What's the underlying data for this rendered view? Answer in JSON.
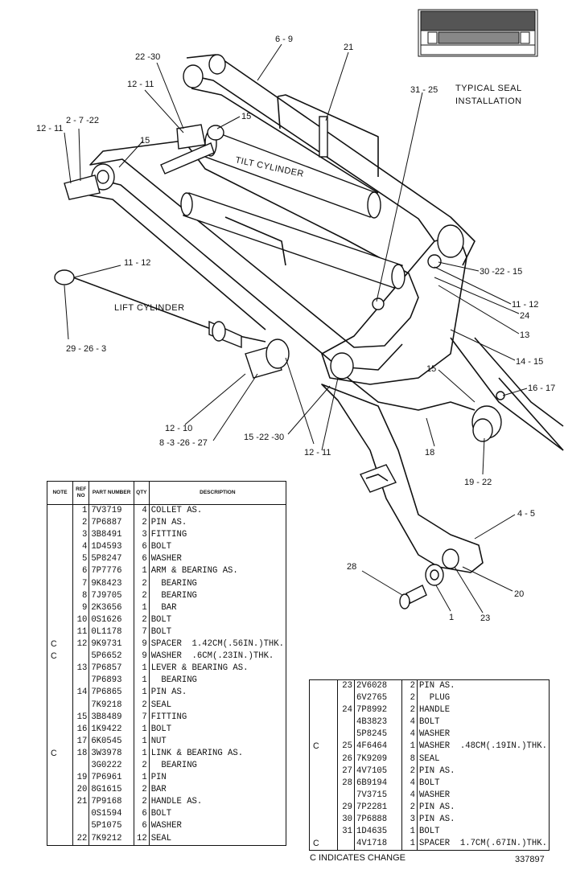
{
  "callouts": [
    {
      "id": "c-6-9",
      "text": "6 - 9"
    },
    {
      "id": "c-21",
      "text": "21"
    },
    {
      "id": "c-22-30",
      "text": "22 -30"
    },
    {
      "id": "c-12-11-a",
      "text": "12 - 11"
    },
    {
      "id": "c-15-a",
      "text": "15"
    },
    {
      "id": "c-12-11-b",
      "text": "12 - 11"
    },
    {
      "id": "c-2-7-22",
      "text": "2 - 7 -22"
    },
    {
      "id": "c-15-b",
      "text": "15"
    },
    {
      "id": "c-31-25",
      "text": "31 - 25"
    },
    {
      "id": "c-11-12-a",
      "text": "11 - 12"
    },
    {
      "id": "c-29-26-3",
      "text": "29 - 26 - 3"
    },
    {
      "id": "c-30-22-15",
      "text": "30  -22 - 15"
    },
    {
      "id": "c-11-12-b",
      "text": "11 - 12"
    },
    {
      "id": "c-24",
      "text": "24"
    },
    {
      "id": "c-13",
      "text": "13"
    },
    {
      "id": "c-14-15",
      "text": "14 - 15"
    },
    {
      "id": "c-15-c",
      "text": "15"
    },
    {
      "id": "c-16-17",
      "text": "16 - 17"
    },
    {
      "id": "c-12-10",
      "text": "12 - 10"
    },
    {
      "id": "c-8-3-26-27",
      "text": "8 -3 -26  - 27"
    },
    {
      "id": "c-15-22-30",
      "text": "15 -22  -30"
    },
    {
      "id": "c-12-11-c",
      "text": "12 - 11"
    },
    {
      "id": "c-18",
      "text": "18"
    },
    {
      "id": "c-19-22",
      "text": "19 - 22"
    },
    {
      "id": "c-4-5",
      "text": "4 - 5"
    },
    {
      "id": "c-28",
      "text": "28"
    },
    {
      "id": "c-20",
      "text": "20"
    },
    {
      "id": "c-1",
      "text": "1"
    },
    {
      "id": "c-23",
      "text": "23"
    }
  ],
  "labels": {
    "tilt_cylinder": "TILT CYLINDER",
    "lift_cylinder": "LIFT CYLINDER",
    "seal_line1": "TYPICAL SEAL",
    "seal_line2": "INSTALLATION"
  },
  "table_headers": {
    "note": "NOTE",
    "ref": "REF NO",
    "part": "PART NUMBER",
    "qty": "QTY",
    "desc": "DESCRIPTION"
  },
  "parts_left": [
    {
      "note": "",
      "ref": "1",
      "part": "7V3719",
      "qty": "4",
      "desc": "COLLET AS."
    },
    {
      "note": "",
      "ref": "2",
      "part": "7P6887",
      "qty": "2",
      "desc": "PIN AS."
    },
    {
      "note": "",
      "ref": "3",
      "part": "3B8491",
      "qty": "3",
      "desc": "FITTING"
    },
    {
      "note": "",
      "ref": "4",
      "part": "1D4593",
      "qty": "6",
      "desc": "BOLT"
    },
    {
      "note": "",
      "ref": "5",
      "part": "5P8247",
      "qty": "6",
      "desc": "WASHER"
    },
    {
      "note": "",
      "ref": "6",
      "part": "7P7776",
      "qty": "1",
      "desc": "ARM & BEARING AS."
    },
    {
      "note": "",
      "ref": "7",
      "part": "9K8423",
      "qty": "2",
      "desc": "  BEARING"
    },
    {
      "note": "",
      "ref": "8",
      "part": "7J9705",
      "qty": "2",
      "desc": "  BEARING"
    },
    {
      "note": "",
      "ref": "9",
      "part": "2K3656",
      "qty": "1",
      "desc": "  BAR"
    },
    {
      "note": "",
      "ref": "10",
      "part": "0S1626",
      "qty": "2",
      "desc": "BOLT"
    },
    {
      "note": "",
      "ref": "11",
      "part": "0L1178",
      "qty": "7",
      "desc": "BOLT"
    },
    {
      "note": "C",
      "ref": "12",
      "part": "9K9731",
      "qty": "9",
      "desc": "SPACER  1.42CM(.56IN.)THK."
    },
    {
      "note": "C",
      "ref": "",
      "part": "5P6652",
      "qty": "9",
      "desc": "WASHER  .6CM(.23IN.)THK."
    },
    {
      "note": "",
      "ref": "13",
      "part": "7P6857",
      "qty": "1",
      "desc": "LEVER & BEARING AS."
    },
    {
      "note": "",
      "ref": "",
      "part": "7P6893",
      "qty": "1",
      "desc": "  BEARING"
    },
    {
      "note": "",
      "ref": "14",
      "part": "7P6865",
      "qty": "1",
      "desc": "PIN AS."
    },
    {
      "note": "",
      "ref": "",
      "part": "7K9218",
      "qty": "2",
      "desc": "SEAL"
    },
    {
      "note": "",
      "ref": "15",
      "part": "3B8489",
      "qty": "7",
      "desc": "FITTING"
    },
    {
      "note": "",
      "ref": "16",
      "part": "1K9422",
      "qty": "1",
      "desc": "BOLT"
    },
    {
      "note": "",
      "ref": "17",
      "part": "6K0545",
      "qty": "1",
      "desc": "NUT"
    },
    {
      "note": "C",
      "ref": "18",
      "part": "3W3978",
      "qty": "1",
      "desc": "LINK & BEARING AS."
    },
    {
      "note": "",
      "ref": "",
      "part": "3G0222",
      "qty": "2",
      "desc": "  BEARING"
    },
    {
      "note": "",
      "ref": "19",
      "part": "7P6961",
      "qty": "1",
      "desc": "PIN"
    },
    {
      "note": "",
      "ref": "20",
      "part": "8G1615",
      "qty": "2",
      "desc": "BAR"
    },
    {
      "note": "",
      "ref": "21",
      "part": "7P9168",
      "qty": "2",
      "desc": "HANDLE AS."
    },
    {
      "note": "",
      "ref": "",
      "part": "0S1594",
      "qty": "6",
      "desc": "BOLT"
    },
    {
      "note": "",
      "ref": "",
      "part": "5P1075",
      "qty": "6",
      "desc": "WASHER"
    },
    {
      "note": "",
      "ref": "22",
      "part": "7K9212",
      "qty": "12",
      "desc": "SEAL"
    }
  ],
  "parts_right": [
    {
      "note": "",
      "ref": "23",
      "part": "2V6028",
      "qty": "2",
      "desc": "PIN AS."
    },
    {
      "note": "",
      "ref": "",
      "part": "6V2765",
      "qty": "2",
      "desc": "  PLUG"
    },
    {
      "note": "",
      "ref": "24",
      "part": "7P8992",
      "qty": "2",
      "desc": "HANDLE"
    },
    {
      "note": "",
      "ref": "",
      "part": "4B3823",
      "qty": "4",
      "desc": "BOLT"
    },
    {
      "note": "",
      "ref": "",
      "part": "5P8245",
      "qty": "4",
      "desc": "WASHER"
    },
    {
      "note": "C",
      "ref": "25",
      "part": "4F6464",
      "qty": "1",
      "desc": "WASHER  .48CM(.19IN.)THK."
    },
    {
      "note": "",
      "ref": "26",
      "part": "7K9209",
      "qty": "8",
      "desc": "SEAL"
    },
    {
      "note": "",
      "ref": "27",
      "part": "4V7105",
      "qty": "2",
      "desc": "PIN AS."
    },
    {
      "note": "",
      "ref": "28",
      "part": "6B9194",
      "qty": "4",
      "desc": "BOLT"
    },
    {
      "note": "",
      "ref": "",
      "part": "7V3715",
      "qty": "4",
      "desc": "WASHER"
    },
    {
      "note": "",
      "ref": "29",
      "part": "7P2281",
      "qty": "2",
      "desc": "PIN AS."
    },
    {
      "note": "",
      "ref": "30",
      "part": "7P6888",
      "qty": "3",
      "desc": "PIN AS."
    },
    {
      "note": "",
      "ref": "31",
      "part": "1D4635",
      "qty": "1",
      "desc": "BOLT"
    },
    {
      "note": "C",
      "ref": "",
      "part": "4V1718",
      "qty": "1",
      "desc": "SPACER  1.7CM(.67IN.)THK."
    }
  ],
  "footer": {
    "legend": "C   INDICATES CHANGE",
    "figure_number": "337897"
  }
}
